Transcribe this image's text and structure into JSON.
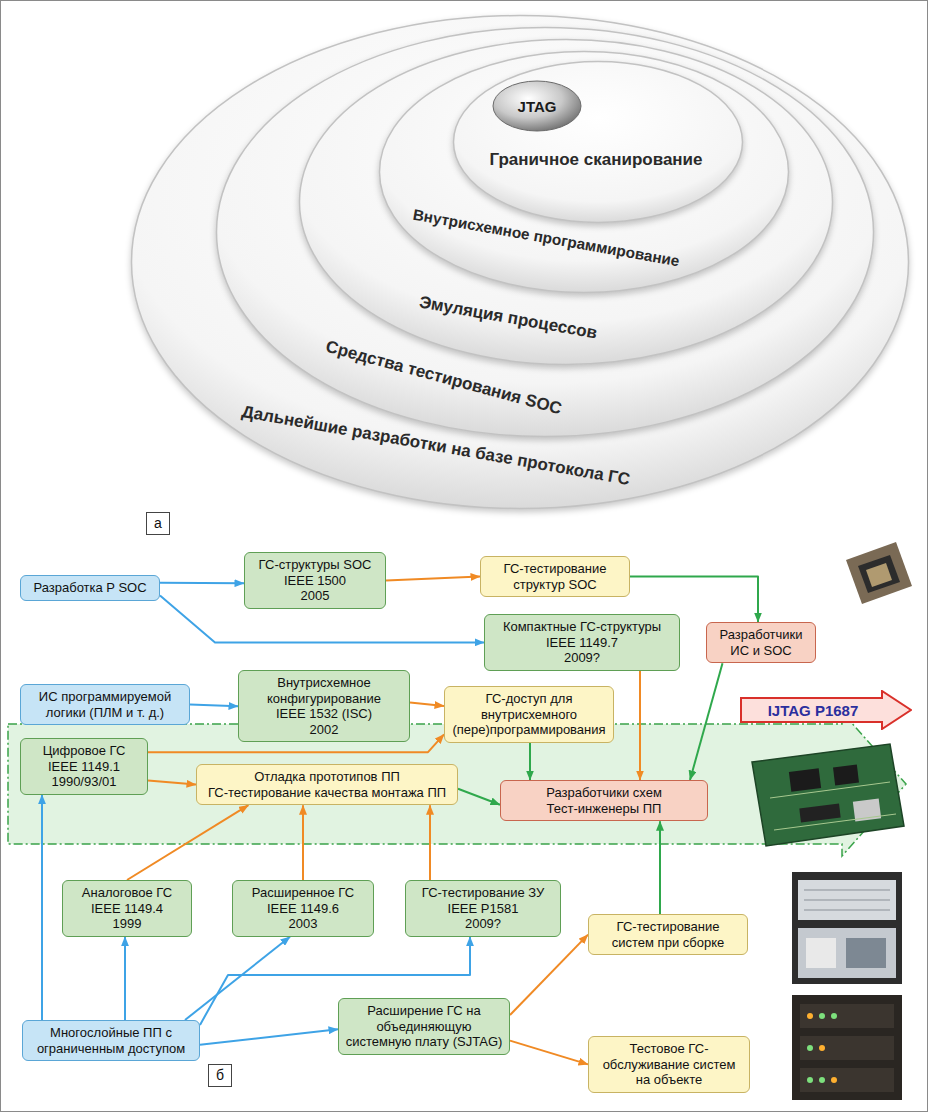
{
  "diagram": {
    "nodes": [
      {
        "text": [
          "Дальнейшие разработки на базе протокола ГС"
        ]
      },
      {
        "text": [
          "Средства тестирования SOC"
        ],
        "in": 0
      },
      {
        "text": [
          "Эмуляция процессов"
        ],
        "in": 1
      },
      {
        "text": [
          "Внутрисхемное программирование"
        ],
        "in": 2
      },
      {
        "text": [
          "Граничное сканирование"
        ],
        "in": 3
      },
      {
        "text": [
          "JTAG"
        ],
        "in": 4
      },
      {
        "text": [
          "а"
        ]
      },
      {
        "text": [
          "Разработка P SOC"
        ]
      },
      {
        "text": [
          "ГС-структуры SOC",
          "IEEE 1500",
          "2005"
        ]
      },
      {
        "text": [
          "ГС-тестирование структур SOC"
        ]
      },
      {
        "text": [
          "Разработчики ИС и SOC"
        ]
      },
      {
        "text": [
          "Компактные ГС-структуры",
          "IEEE 1149.7",
          "2009?"
        ]
      },
      {
        "text": [
          "ИС программируемой логики (ПЛМ и т. д.)"
        ]
      },
      {
        "text": [
          "Внутрисхемное конфигурирование",
          "IEEE 1532 (ISC)",
          "2002"
        ]
      },
      {
        "text": [
          "IJTAG P1687"
        ]
      },
      {
        "text": [
          "ГС-доступ для внутрисхемного (пере)программирования"
        ]
      },
      {
        "text": [
          "Цифровое ГС",
          "IEEE 1149.1",
          "1990/93/01"
        ]
      },
      {
        "text": [
          "Отладка прототипов ПП",
          "ГС-тестирование качества монтажа ПП"
        ]
      },
      {
        "text": [
          "Разработчики схем",
          "Тест-инженеры ПП"
        ]
      },
      {
        "text": [
          "Аналоговое ГС",
          "IEEE 1149.4",
          "1999"
        ]
      },
      {
        "text": [
          "Расширенное ГС",
          "IEEE 1149.6",
          "2003"
        ]
      },
      {
        "text": [
          "ГС-тестирование ЗУ",
          "IEEE P1581",
          "2009?"
        ]
      },
      {
        "text": [
          "ГС-тестирование систем при сборке"
        ]
      },
      {
        "text": [
          "Многослойные ПП с ограниченным доступом"
        ]
      },
      {
        "text": [
          "Расширение ГС на объединяющую системную плату (SJTAG)"
        ]
      },
      {
        "text": [
          "Тестовое ГС-обслуживание систем на объекте"
        ]
      },
      {
        "text": [
          "б"
        ]
      }
    ],
    "edges": [
      {
        "from": 7,
        "to": 8,
        "arrow": "to"
      },
      {
        "from": 7,
        "to": 11,
        "arrow": "to"
      },
      {
        "from": 12,
        "to": 13,
        "arrow": "to"
      },
      {
        "from": 23,
        "to": 16,
        "arrow": "to"
      },
      {
        "from": 23,
        "to": 19,
        "arrow": "to"
      },
      {
        "from": 23,
        "to": 20,
        "arrow": "to"
      },
      {
        "from": 23,
        "to": 21,
        "arrow": "to"
      },
      {
        "from": 23,
        "to": 24,
        "arrow": "to"
      },
      {
        "from": 8,
        "to": 9,
        "arrow": "to"
      },
      {
        "from": 13,
        "to": 15,
        "arrow": "to"
      },
      {
        "from": 16,
        "to": 15,
        "arrow": "to"
      },
      {
        "from": 16,
        "to": 17,
        "arrow": "to"
      },
      {
        "from": 19,
        "to": 17,
        "arrow": "to"
      },
      {
        "from": 20,
        "to": 17,
        "arrow": "to"
      },
      {
        "from": 21,
        "to": 17,
        "arrow": "to"
      },
      {
        "from": 11,
        "to": 18,
        "arrow": "to"
      },
      {
        "from": 9,
        "to": 10,
        "arrow": "to"
      },
      {
        "from": 15,
        "to": 18,
        "arrow": "to"
      },
      {
        "from": 17,
        "to": 18,
        "arrow": "to"
      },
      {
        "from": 22,
        "to": 18,
        "arrow": "to"
      },
      {
        "from": 10,
        "to": 18,
        "arrow": "to"
      },
      {
        "from": 24,
        "to": 22,
        "arrow": "to"
      },
      {
        "from": 24,
        "to": 25,
        "arrow": "to"
      }
    ]
  }
}
